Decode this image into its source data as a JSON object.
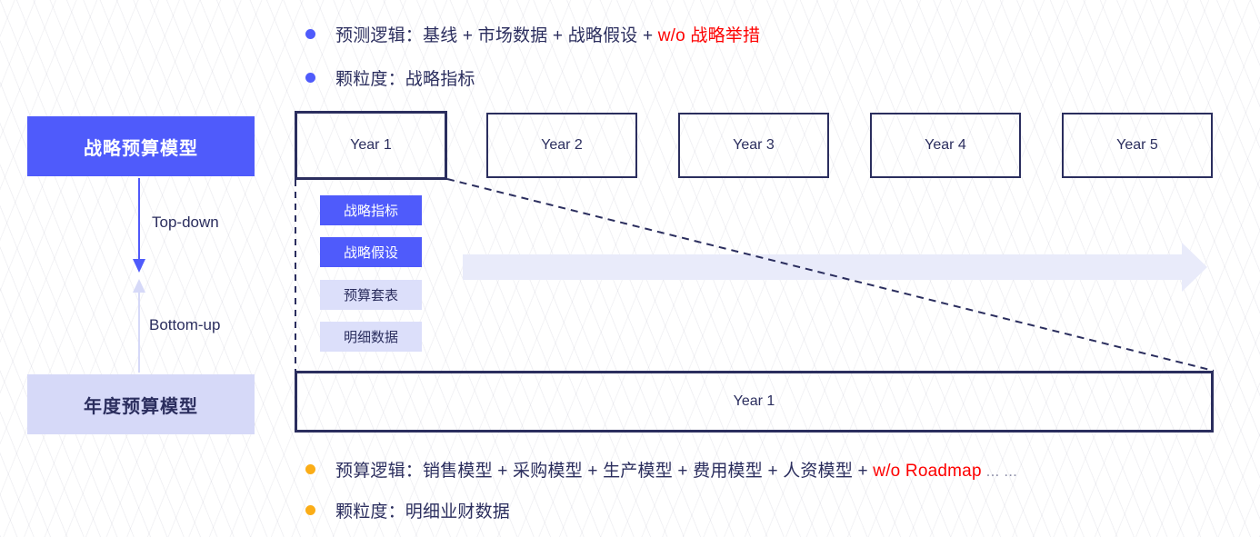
{
  "colors": {
    "brand_blue": "#4f5bfb",
    "soft_lavender": "#d6d9f8",
    "navy_text": "#2b2e5e",
    "alert_red": "#fe0000",
    "amber": "#fbad17"
  },
  "top_bullets": [
    {
      "marker": "blue-bullet-icon",
      "label": "预测逻辑：基线 + 市场数据 + 战略假设 + ",
      "highlight": "w/o 战略举措",
      "tail": ""
    },
    {
      "marker": "blue-bullet-icon",
      "label": "颗粒度：战略指标",
      "highlight": "",
      "tail": ""
    }
  ],
  "bottom_bullets": [
    {
      "marker": "amber-bullet-icon",
      "label": "预算逻辑：销售模型 + 采购模型 + 生产模型 + 费用模型 + 人资模型 + ",
      "highlight": "w/o Roadmap",
      "tail": " ... ..."
    },
    {
      "marker": "amber-bullet-icon",
      "label": "颗粒度：明细业财数据",
      "highlight": "",
      "tail": ""
    }
  ],
  "sidebar": {
    "strategic_model": "战略预算模型",
    "annual_model": "年度预算模型",
    "top_down_label": "Top-down",
    "bottom_up_label": "Bottom-up"
  },
  "timeline": {
    "years": [
      {
        "label": "Year 1",
        "emphasis": true
      },
      {
        "label": "Year 2",
        "emphasis": false
      },
      {
        "label": "Year 3",
        "emphasis": false
      },
      {
        "label": "Year 4",
        "emphasis": false
      },
      {
        "label": "Year 5",
        "emphasis": false
      }
    ],
    "detail_year_label": "Year 1"
  },
  "tags": [
    {
      "label": "战略指标",
      "style": "solid"
    },
    {
      "label": "战略假设",
      "style": "solid"
    },
    {
      "label": "预算套表",
      "style": "soft"
    },
    {
      "label": "明细数据",
      "style": "soft"
    }
  ]
}
